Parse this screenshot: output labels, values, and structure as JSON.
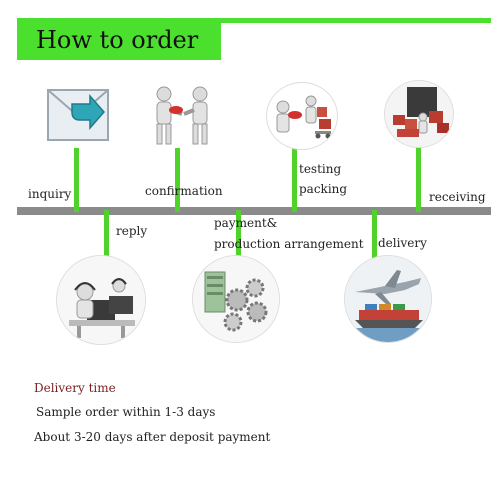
{
  "header": {
    "title": "How to order"
  },
  "steps": {
    "inquiry": "inquiry",
    "reply": "reply",
    "confirmation": "confirmation",
    "payment_line1": "payment&",
    "payment_line2": "production arrangement",
    "testing": "testing",
    "packing": "packing",
    "delivery": "delivery",
    "receiving": "receiving"
  },
  "notes": {
    "title": "Delivery  time",
    "line1": "Sample order within 1-3 days",
    "line2": "About 3-20 days after deposit payment"
  },
  "icons": [
    "envelope-icon",
    "handshake-icon",
    "testing-packing-icon",
    "warehouse-boxes-icon",
    "call-center-icon",
    "production-gears-icon",
    "airplane-ship-icon"
  ],
  "colors": {
    "accent": "#4ce02e",
    "connector": "#4fd32b",
    "timeline": "#8a8a8a",
    "note_title": "#7a1f1f"
  }
}
